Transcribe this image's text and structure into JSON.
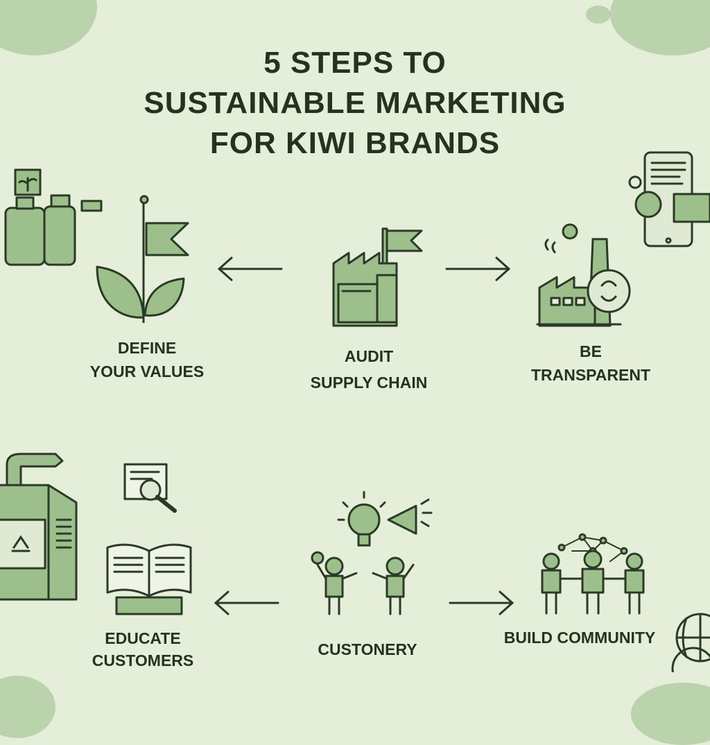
{
  "title": {
    "line1": "5 STEPS TO",
    "line2": "SUSTAINABLE MARKETING",
    "line3": "FOR KIWI BRANDS"
  },
  "steps": [
    {
      "line1": "DEFINE",
      "line2": "YOUR VALUES",
      "icon": "plant-flag-icon"
    },
    {
      "line1": "AUDIT",
      "line2": "SUPPLY CHAIN",
      "icon": "factory-flag-icon"
    },
    {
      "line1": "BE",
      "line2": "TRANSPARENT",
      "icon": "factory-recycle-icon"
    },
    {
      "line1": "EDUCATE",
      "line2": "CUSTOMERS",
      "icon": "open-book-icon"
    },
    {
      "line1": "CUSTONERY",
      "icon": "idea-people-icon"
    },
    {
      "line1": "BUILD COMMUNITY",
      "icon": "community-network-icon"
    }
  ],
  "colors": {
    "background": "#e5eed8",
    "accent": "#9dbf8b",
    "ink": "#24331f"
  }
}
